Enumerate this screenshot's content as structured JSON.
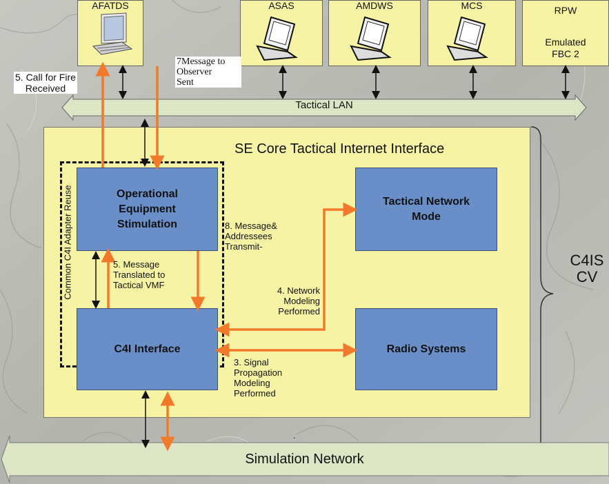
{
  "colors": {
    "panel": "#f6f4a4",
    "box": "#6a8fc8",
    "arrow_orange": "#f07a2a",
    "bus": "#dde6c4",
    "background": "#b9b9b4"
  },
  "top_systems": [
    {
      "name": "AFATDS",
      "icon": "laptop-icon"
    },
    {
      "name": "ASAS",
      "icon": "laptop-icon"
    },
    {
      "name": "AMDWS",
      "icon": "laptop-icon"
    },
    {
      "name": "MCS",
      "icon": "laptop-icon"
    },
    {
      "name": "RPW",
      "sub": "Emulated\nFBC 2"
    }
  ],
  "tactical_lan": "Tactical LAN",
  "simulation_network": "Simulation Network",
  "core_title": "SE Core Tactical Internet Interface",
  "adapter_label": "Common C4I Adapter Reuse",
  "boxes": {
    "oes": "Operational\nEquipment\nStimulation",
    "c4i": "C4I Interface",
    "tnm": "Tactical Network\nMode",
    "radio": "Radio Systems"
  },
  "steps": {
    "s3": "3. Signal\nPropagation\nModeling\nPerformed",
    "s4": "4. Network\nModeling\nPerformed",
    "s5a": "5. Call for Fire\nReceived",
    "s5b": "5. Message\nTranslated to\nTactical VMF",
    "s7": "7Message to\nObserver\nSent",
    "s8": "8. Message&\nAddressees\nTransmit-"
  },
  "right_label": "C4IS\nCV",
  "dot": "."
}
